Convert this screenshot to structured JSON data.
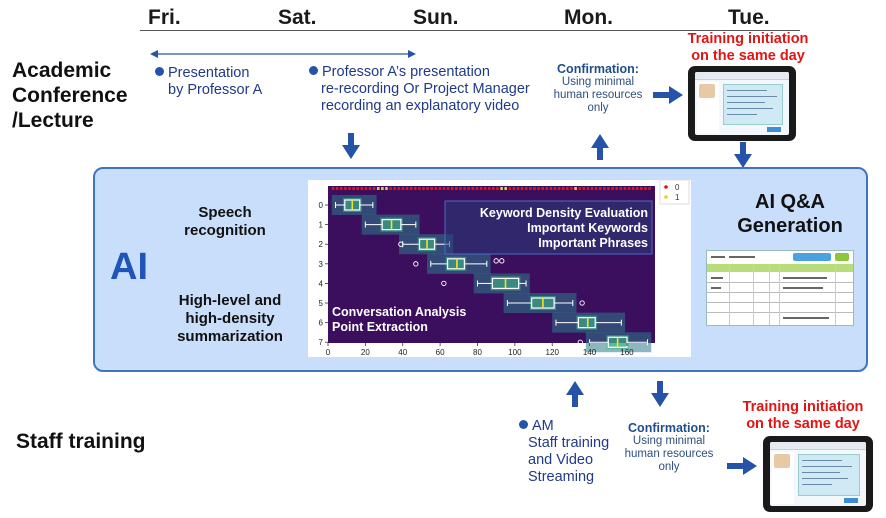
{
  "days": [
    "Fri.",
    "Sat.",
    "Sun.",
    "Mon.",
    "Tue."
  ],
  "academic": {
    "title_lines": [
      "Academic",
      "Conference",
      "/Lecture"
    ],
    "presentation": [
      "Presentation",
      "by Professor A"
    ],
    "rerecording": [
      "Professor A’s presentation",
      "re-recording Or Project Manager",
      "recording an explanatory video"
    ],
    "confirmation_title": "Confirmation:",
    "confirmation_sub": [
      "Using minimal",
      "human resources",
      "only"
    ],
    "training_initiation": [
      "Training initiation",
      "on the same day"
    ]
  },
  "ai": {
    "label": "AI",
    "speech": [
      "Speech",
      "recognition"
    ],
    "summary": [
      "High-level and",
      "high-density",
      "summarization"
    ],
    "qa": [
      "AI Q&A",
      "Generation"
    ],
    "chart_labels": {
      "keywords": [
        "Keyword Density Evaluation",
        "Important Keywords",
        "Important Phrases"
      ],
      "conversation": [
        "Conversation Analysis",
        "Point Extraction"
      ]
    }
  },
  "staff": {
    "title": "Staff training",
    "am": [
      "AM",
      "Staff training",
      "and Video",
      "Streaming"
    ],
    "confirmation_title": "Confirmation:",
    "confirmation_sub": [
      "Using minimal",
      "human resources",
      "only"
    ],
    "training_initiation": [
      "Training initiation",
      "on the same day"
    ]
  },
  "colors": {
    "accent": "#1f54b8",
    "red": "#e31414",
    "ai_box": "#c9defa",
    "chart_bg": "#3b0f5e"
  },
  "chart_data": {
    "type": "box",
    "categories": [
      "0",
      "1",
      "2",
      "3",
      "4",
      "5",
      "6",
      "7"
    ],
    "x_ticks": [
      0,
      20,
      40,
      60,
      80,
      100,
      120,
      140,
      160
    ],
    "y_ticks": [
      0,
      1,
      2,
      3,
      4,
      5,
      6,
      7
    ],
    "xlim": [
      0,
      175
    ],
    "legend": [
      "0",
      "1"
    ],
    "boxes": [
      {
        "cat": 0,
        "whislo": 4,
        "q1": 9,
        "med": 13,
        "q3": 17,
        "whishi": 24,
        "fliers": []
      },
      {
        "cat": 1,
        "whislo": 20,
        "q1": 29,
        "med": 34,
        "q3": 39,
        "whishi": 47,
        "fliers": []
      },
      {
        "cat": 2,
        "whislo": 40,
        "q1": 49,
        "med": 53,
        "q3": 57,
        "whishi": 65,
        "fliers": [
          39
        ]
      },
      {
        "cat": 3,
        "whislo": 55,
        "q1": 64,
        "med": 69,
        "q3": 73,
        "whishi": 85,
        "fliers": [
          47,
          90,
          93
        ]
      },
      {
        "cat": 4,
        "whislo": 80,
        "q1": 88,
        "med": 95,
        "q3": 102,
        "whishi": 106,
        "fliers": [
          62
        ]
      },
      {
        "cat": 5,
        "whislo": 96,
        "q1": 109,
        "med": 115,
        "q3": 121,
        "whishi": 131,
        "fliers": [
          136
        ]
      },
      {
        "cat": 6,
        "whislo": 122,
        "q1": 134,
        "med": 139,
        "q3": 143,
        "whishi": 157,
        "fliers": []
      },
      {
        "cat": 7,
        "whislo": 140,
        "q1": 150,
        "med": 155,
        "q3": 160,
        "whishi": 171,
        "fliers": [
          135
        ]
      }
    ]
  }
}
